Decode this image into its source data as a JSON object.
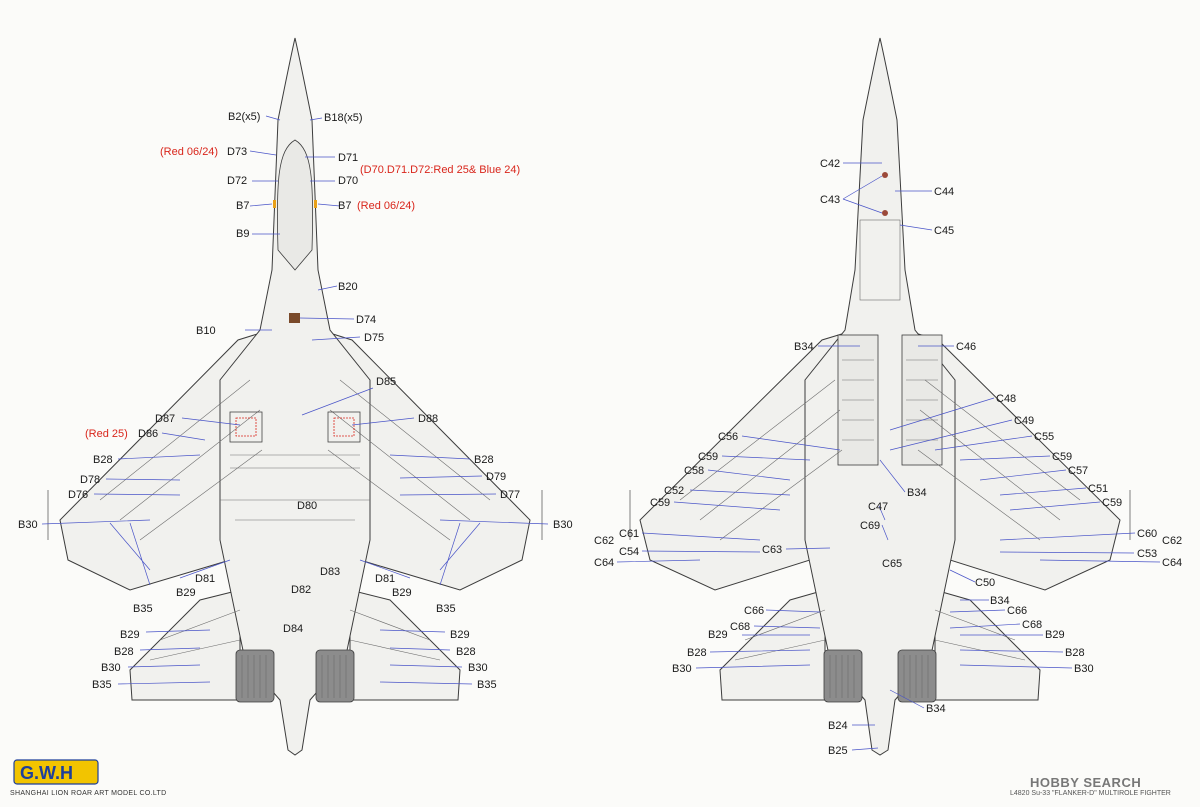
{
  "left_view": {
    "labels": [
      {
        "id": "B2",
        "text": "B2(x5)"
      },
      {
        "id": "B18",
        "text": "B18(x5)"
      },
      {
        "id": "RED1",
        "text": "(Red 06/24)",
        "color": "#d9261c"
      },
      {
        "id": "D73",
        "text": "D73"
      },
      {
        "id": "D71",
        "text": "D71"
      },
      {
        "id": "RED2",
        "text": "(D70.D71.D72:Red 25& Blue 24)",
        "color": "#d9261c"
      },
      {
        "id": "D72",
        "text": "D72"
      },
      {
        "id": "D70",
        "text": "D70"
      },
      {
        "id": "B7L",
        "text": "B7"
      },
      {
        "id": "B7R",
        "text": "B7"
      },
      {
        "id": "RED3",
        "text": "(Red 06/24)",
        "color": "#d9261c"
      },
      {
        "id": "B9",
        "text": "B9"
      },
      {
        "id": "B20",
        "text": "B20"
      },
      {
        "id": "D74",
        "text": "D74"
      },
      {
        "id": "B10",
        "text": "B10"
      },
      {
        "id": "D75",
        "text": "D75"
      },
      {
        "id": "D85",
        "text": "D85"
      },
      {
        "id": "D87",
        "text": "D87"
      },
      {
        "id": "D88",
        "text": "D88"
      },
      {
        "id": "RED4",
        "text": "(Red 25)",
        "color": "#d9261c"
      },
      {
        "id": "D86",
        "text": "D86"
      },
      {
        "id": "B28L",
        "text": "B28"
      },
      {
        "id": "B28R",
        "text": "B28"
      },
      {
        "id": "D78",
        "text": "D78"
      },
      {
        "id": "D79",
        "text": "D79"
      },
      {
        "id": "D76",
        "text": "D76"
      },
      {
        "id": "D77",
        "text": "D77"
      },
      {
        "id": "D80",
        "text": "D80"
      },
      {
        "id": "B30L",
        "text": "B30"
      },
      {
        "id": "B30R",
        "text": "B30"
      },
      {
        "id": "D83",
        "text": "D83"
      },
      {
        "id": "D81L",
        "text": "D81"
      },
      {
        "id": "D81R",
        "text": "D81"
      },
      {
        "id": "B29L",
        "text": "B29"
      },
      {
        "id": "D82",
        "text": "D82"
      },
      {
        "id": "B29R",
        "text": "B29"
      },
      {
        "id": "B35L",
        "text": "B35"
      },
      {
        "id": "B35R",
        "text": "B35"
      },
      {
        "id": "D84",
        "text": "D84"
      },
      {
        "id": "B29L2",
        "text": "B29"
      },
      {
        "id": "B29R2",
        "text": "B29"
      },
      {
        "id": "B28L2",
        "text": "B28"
      },
      {
        "id": "B28R2",
        "text": "B28"
      },
      {
        "id": "B30L2",
        "text": "B30"
      },
      {
        "id": "B30R2",
        "text": "B30"
      },
      {
        "id": "B35L2",
        "text": "B35"
      },
      {
        "id": "B35R2",
        "text": "B35"
      }
    ]
  },
  "right_view": {
    "labels": [
      {
        "id": "C42",
        "text": "C42"
      },
      {
        "id": "C44",
        "text": "C44"
      },
      {
        "id": "C43",
        "text": "C43"
      },
      {
        "id": "C45",
        "text": "C45"
      },
      {
        "id": "B34a",
        "text": "B34"
      },
      {
        "id": "C46",
        "text": "C46"
      },
      {
        "id": "C48",
        "text": "C48"
      },
      {
        "id": "C49",
        "text": "C49"
      },
      {
        "id": "C56",
        "text": "C56"
      },
      {
        "id": "C55",
        "text": "C55"
      },
      {
        "id": "C59a",
        "text": "C59"
      },
      {
        "id": "C59b",
        "text": "C59"
      },
      {
        "id": "C58",
        "text": "C58"
      },
      {
        "id": "C57",
        "text": "C57"
      },
      {
        "id": "C52",
        "text": "C52"
      },
      {
        "id": "B34b",
        "text": "B34"
      },
      {
        "id": "C51",
        "text": "C51"
      },
      {
        "id": "C59c",
        "text": "C59"
      },
      {
        "id": "C47",
        "text": "C47"
      },
      {
        "id": "C59d",
        "text": "C59"
      },
      {
        "id": "C69",
        "text": "C69"
      },
      {
        "id": "C61",
        "text": "C61"
      },
      {
        "id": "C60",
        "text": "C60"
      },
      {
        "id": "C62L",
        "text": "C62"
      },
      {
        "id": "C62R",
        "text": "C62"
      },
      {
        "id": "C54",
        "text": "C54"
      },
      {
        "id": "C63",
        "text": "C63"
      },
      {
        "id": "C53",
        "text": "C53"
      },
      {
        "id": "C64L",
        "text": "C64"
      },
      {
        "id": "C65",
        "text": "C65"
      },
      {
        "id": "C64R",
        "text": "C64"
      },
      {
        "id": "C50",
        "text": "C50"
      },
      {
        "id": "B34c",
        "text": "B34"
      },
      {
        "id": "C66L",
        "text": "C66"
      },
      {
        "id": "C66R",
        "text": "C66"
      },
      {
        "id": "C68L",
        "text": "C68"
      },
      {
        "id": "C68R",
        "text": "C68"
      },
      {
        "id": "B29L",
        "text": "B29"
      },
      {
        "id": "B29R",
        "text": "B29"
      },
      {
        "id": "B28L",
        "text": "B28"
      },
      {
        "id": "B28R",
        "text": "B28"
      },
      {
        "id": "B30L",
        "text": "B30"
      },
      {
        "id": "B30R",
        "text": "B30"
      },
      {
        "id": "B34d",
        "text": "B34"
      },
      {
        "id": "B24",
        "text": "B24"
      },
      {
        "id": "B25",
        "text": "B25"
      }
    ]
  },
  "footer": {
    "brand": "G.W.H",
    "company": "SHANGHAI LION ROAR ART MODEL CO.LTD",
    "product": "L4820 Su-33 \"FLANKER-D\" MULTIROLE FIGHTER",
    "watermark": "HOBBY SEARCH"
  },
  "colors": {
    "label": "#1a1a1a",
    "highlight": "#d9261c",
    "leader": "#4a55c8",
    "brand": "#1d3f9a"
  }
}
